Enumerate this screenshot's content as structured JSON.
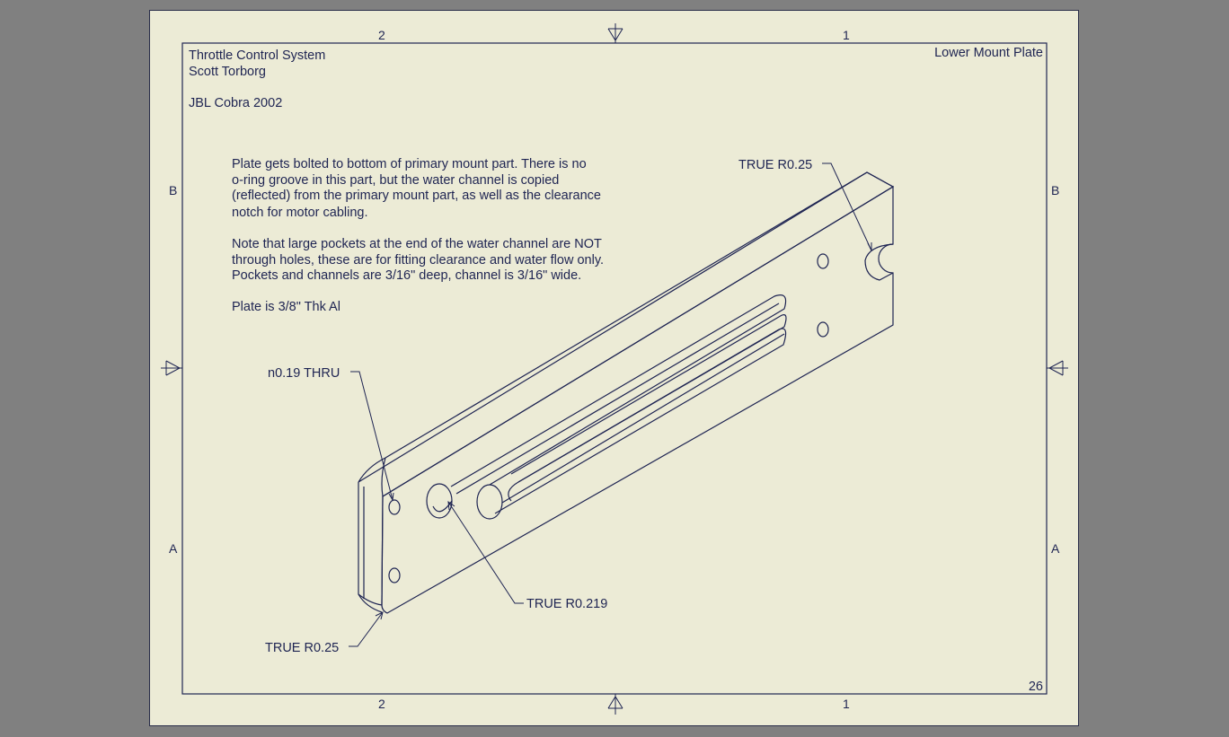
{
  "title_block": {
    "project": "Throttle Control System",
    "author": "Scott Torborg",
    "subtitle": "JBL Cobra 2002",
    "part_name": "Lower Mount Plate",
    "sheet_number": "26"
  },
  "zones": {
    "columns": [
      "2",
      "1"
    ],
    "rows": [
      "B",
      "A"
    ]
  },
  "notes": {
    "paragraph1": [
      "Plate gets bolted to bottom of primary mount part. There is no",
      "o-ring groove in this part, but the water channel is copied",
      "(reflected) from the primary mount part, as well as the clearance",
      "notch for motor cabling."
    ],
    "paragraph2": [
      "Note that large pockets at the end of the water channel are NOT",
      "through holes, these are for fitting clearance and water flow only.",
      "Pockets and channels are 3/16\" deep, channel is 3/16\" wide."
    ],
    "paragraph3": "Plate is 3/8\" Thk Al"
  },
  "callouts": {
    "notch_radius": "TRUE R0.25",
    "hole_thru": "n0.19 THRU",
    "pocket_radius": "TRUE R0.219",
    "corner_radius": "TRUE R0.25"
  },
  "colors": {
    "background": "#808080",
    "sheet": "#ecebd6",
    "ink": "#1e2452"
  }
}
